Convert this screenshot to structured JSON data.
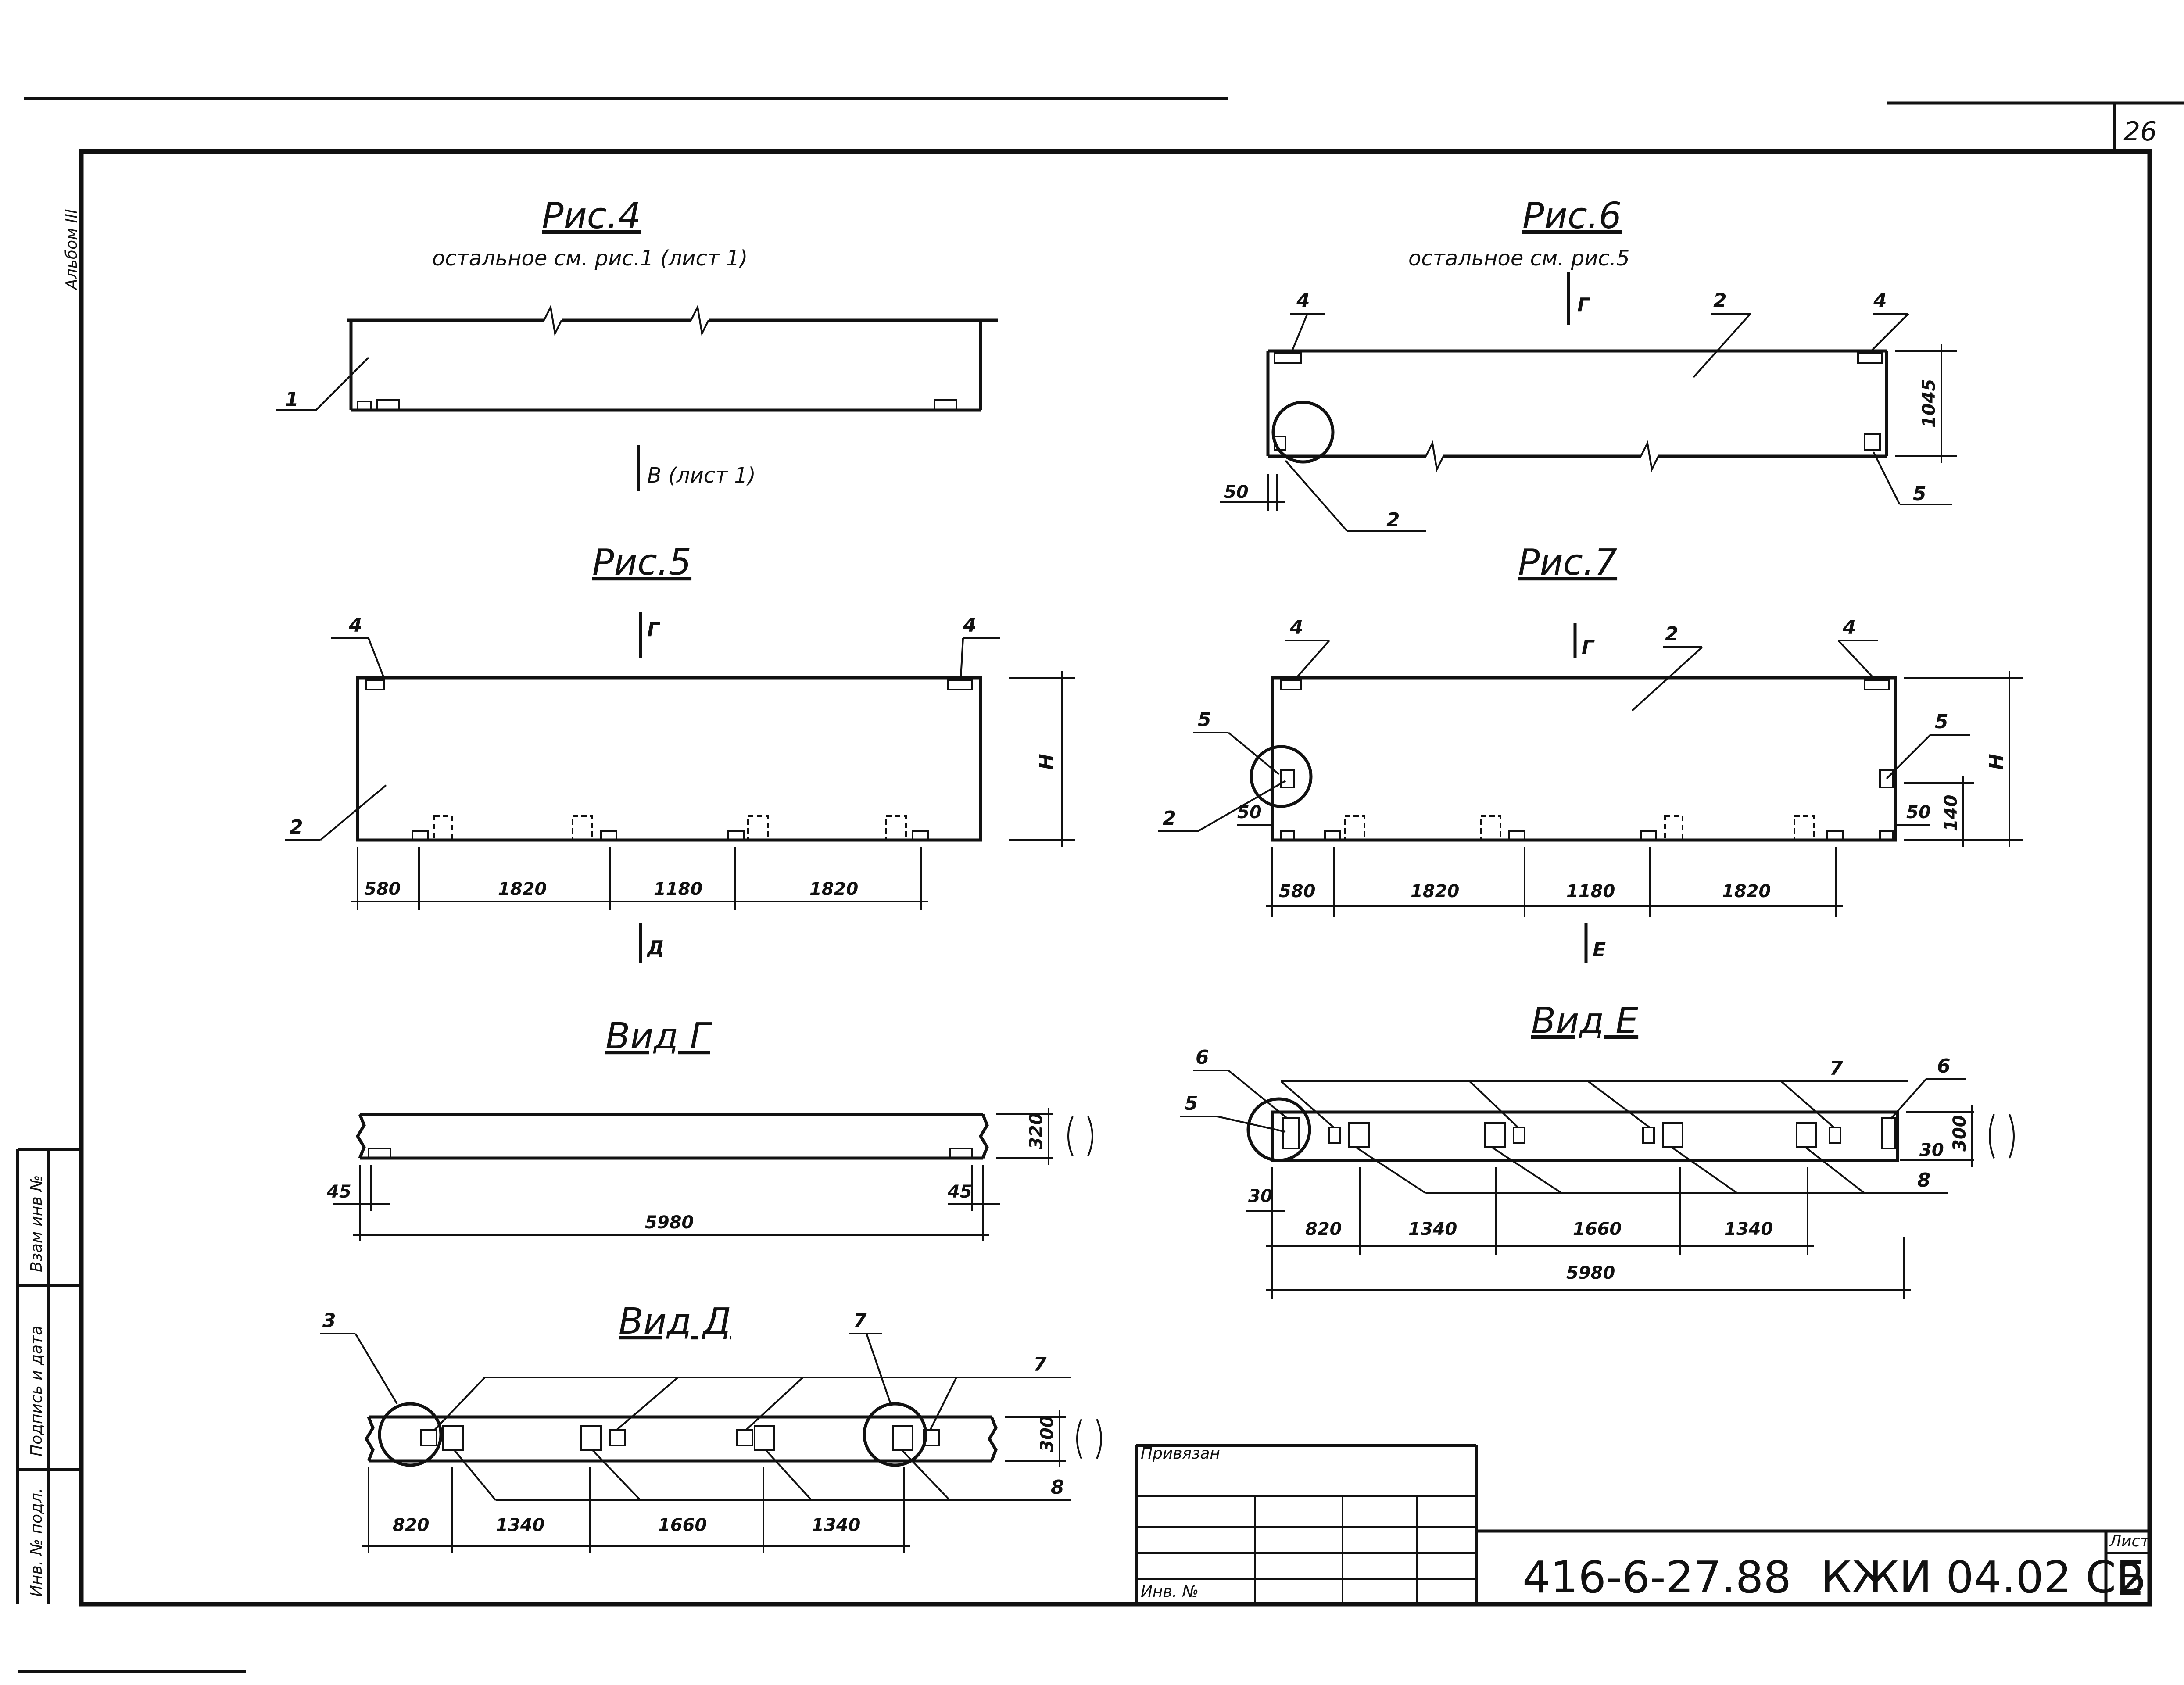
{
  "sheet_number": "26",
  "album_label": "Альбом III",
  "side_stamps": [
    "Взам инв №",
    "Подпись и дата",
    "Инв. № подл."
  ],
  "fig4": {
    "title": "Рис.4",
    "subtitle": "остальное см. рис.1 (лист 1)",
    "section_ref": "В (лист 1)",
    "callouts": [
      "1"
    ]
  },
  "fig5": {
    "title": "Рис.5",
    "callouts": [
      "4",
      "4",
      "2"
    ],
    "section_top": "Г",
    "section_bottom": "Д",
    "height_label": "H",
    "dims": [
      "580",
      "1820",
      "1180",
      "1820"
    ]
  },
  "fig6": {
    "title": "Рис.6",
    "subtitle": "остальное см. рис.5",
    "section_top": "Г",
    "callouts": [
      "4",
      "2",
      "4",
      "2",
      "5"
    ],
    "dims": [
      "1045",
      "50"
    ]
  },
  "fig7": {
    "title": "Рис.7",
    "section_top": "Г",
    "section_bottom": "Е",
    "callouts": [
      "4",
      "2",
      "4",
      "5",
      "2",
      "5"
    ],
    "height_label": "H",
    "dims": [
      "580",
      "1820",
      "1180",
      "1820",
      "50",
      "50",
      "140"
    ]
  },
  "view_g": {
    "title": "Вид Г",
    "dims": [
      "45",
      "45",
      "5980",
      "320"
    ]
  },
  "view_d": {
    "title": "Вид Д",
    "callouts": [
      "3",
      "7",
      "7",
      "8"
    ],
    "dims": [
      "820",
      "1340",
      "1660",
      "1340",
      "300"
    ]
  },
  "view_e": {
    "title": "Вид Е",
    "callouts": [
      "6",
      "5",
      "7",
      "6",
      "8"
    ],
    "dims": [
      "30",
      "820",
      "1340",
      "1660",
      "1340",
      "5980",
      "300",
      "30"
    ]
  },
  "title_block": {
    "privyazan": "Привязан",
    "inv_no": "Инв. №",
    "document_code": "416-6-27.88",
    "mark": "КЖИ 04.02 СБ",
    "sheet_label": "Лист",
    "sheet_value": "2"
  }
}
